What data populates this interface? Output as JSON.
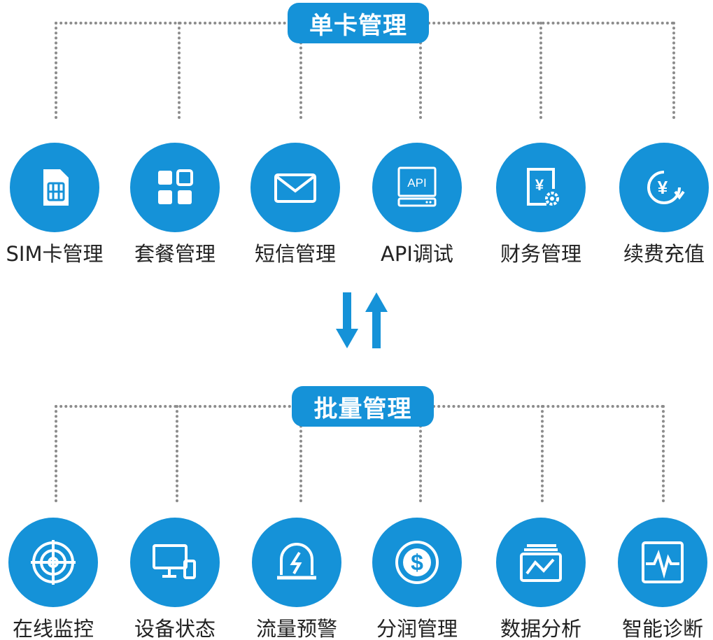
{
  "sections": {
    "single": {
      "title": "单卡管理",
      "items": [
        {
          "label": "SIM卡管理",
          "icon": "sim-card-icon"
        },
        {
          "label": "套餐管理",
          "icon": "grid-apps-icon"
        },
        {
          "label": "短信管理",
          "icon": "envelope-icon"
        },
        {
          "label": "API调试",
          "icon": "api-terminal-icon"
        },
        {
          "label": "财务管理",
          "icon": "finance-document-icon"
        },
        {
          "label": "续费充值",
          "icon": "yen-recharge-icon"
        }
      ]
    },
    "batch": {
      "title": "批量管理",
      "items": [
        {
          "label": "在线监控",
          "icon": "radar-target-icon"
        },
        {
          "label": "设备状态",
          "icon": "monitor-phone-icon"
        },
        {
          "label": "流量预警",
          "icon": "alarm-light-icon"
        },
        {
          "label": "分润管理",
          "icon": "dollar-coin-icon"
        },
        {
          "label": "数据分析",
          "icon": "line-chart-icon"
        },
        {
          "label": "智能诊断",
          "icon": "pulse-monitor-icon"
        }
      ]
    }
  },
  "colors": {
    "primary": "#1592d8",
    "dots": "#8c8c8c",
    "label": "#222222"
  },
  "transition_icon": "swap-vertical-arrows-icon"
}
